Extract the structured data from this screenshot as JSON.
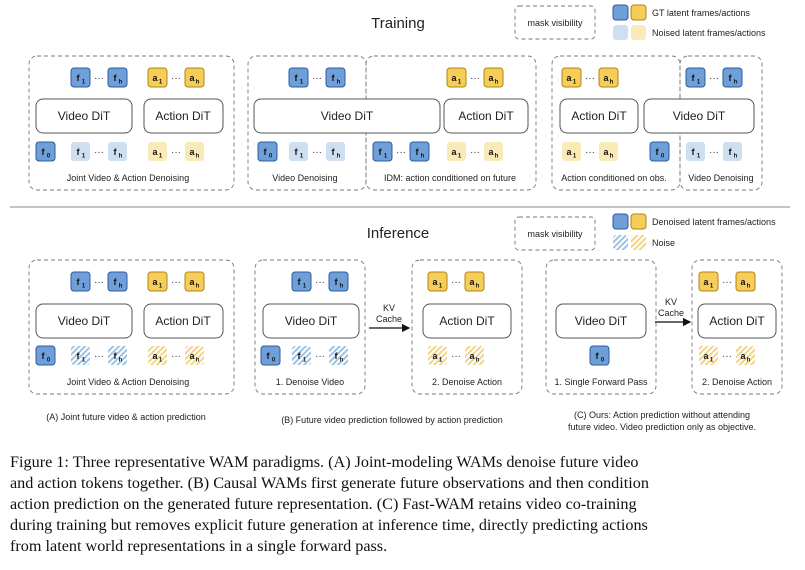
{
  "colors": {
    "blue_fill": "#6f9fd8",
    "blue_stroke": "#2c5aa0",
    "yellow_fill": "#f5cd58",
    "yellow_stroke": "#b08414",
    "noised_blue": "#cddff1",
    "noised_yellow": "#faeab8",
    "hatch_blue": "#9ec1e6",
    "hatch_yellow": "#f1d489"
  },
  "sections": {
    "training": "Training",
    "inference": "Inference"
  },
  "legend": {
    "mask_visibility": "mask visibility",
    "gt": "GT latent frames/actions",
    "noised": "Noised latent frames/actions",
    "denoised": "Denoised latent frames/actions",
    "noise": "Noise"
  },
  "tokens": {
    "f0": "f0",
    "f1": "f1",
    "fh": "fh",
    "a1": "a1",
    "ah": "ah",
    "dots": "···",
    "f": "f",
    "a": "a",
    "s0": "0",
    "s1": "1",
    "sh": "h"
  },
  "boxes": {
    "video_dit": "Video DiT",
    "action_dit": "Action DiT"
  },
  "labels": {
    "joint": "Joint Video & Action Denoising",
    "video_denoising": "Video Denoising",
    "idm": "IDM: action conditioned on future",
    "action_cond_obs": "Action conditioned on obs.",
    "denoise_video": "1. Denoise Video",
    "denoise_action": "2. Denoise Action",
    "single_pass": "1. Single Forward Pass",
    "kv": "KV",
    "cache": "Cache"
  },
  "captions": {
    "a": "(A) Joint future video & action prediction",
    "b": "(B) Future video prediction followed by action prediction",
    "c1": "(C) Ours: Action prediction without attending",
    "c2": "future video. Video prediction only as objective."
  },
  "figure_caption": [
    "Figure 1: Three representative WAM paradigms. (A) Joint-modeling WAMs denoise future video",
    "and action tokens together. (B) Causal WAMs first generate future observations and then condition",
    "action prediction on the generated future representation. (C) Fast-WAM retains video co-training",
    "during training but removes explicit future generation at inference time, directly predicting actions",
    "from latent world representations in a single forward pass."
  ]
}
